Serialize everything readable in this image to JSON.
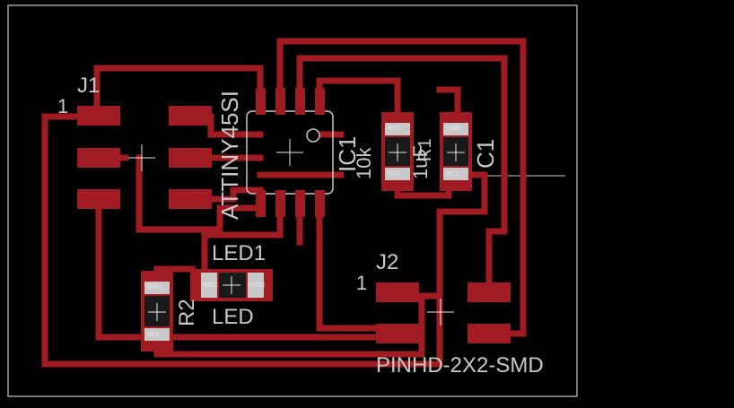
{
  "colors": {
    "background": "#000000",
    "copper": "#a01c22",
    "pad_silver": "#c8c8c8",
    "silk": "#c8c8c8",
    "outline": "#c8c8c8",
    "dark_pad": "#3a3a3a"
  },
  "labels": {
    "j1_name": "J1",
    "j1_pin1": "1",
    "ic_part": "ATTINY45SI",
    "ic_name": "IC1",
    "r_val": "10k",
    "r1_name": "R1",
    "c_name": "C1",
    "c_val": "1uF",
    "led_part": "LED1",
    "led_val": "LED",
    "r2_name": "R2",
    "j2_name": "J2",
    "j2_pin1": "1",
    "j2_part": "PINHD-2X2-SMD"
  },
  "pad_text": {
    "rst": "RST",
    "vcc": "VCC",
    "gnd": "GND",
    "vcc2": "VCC",
    "ind1": "IND1",
    "miso": "MOSI",
    "r2_top": "IND1",
    "r2_bot": "VCC"
  }
}
